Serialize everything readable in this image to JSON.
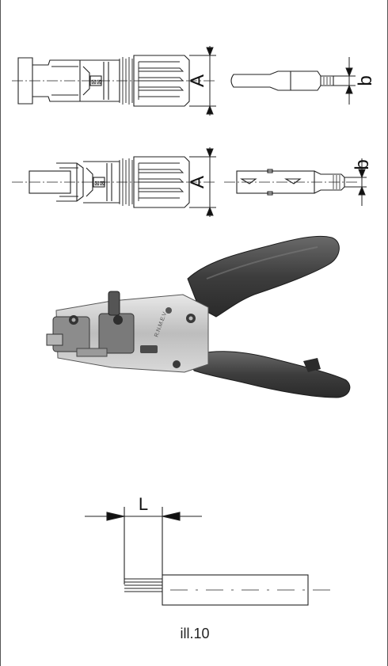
{
  "figure": {
    "caption": "ill.10",
    "labels": {
      "dimension_a": "A",
      "dimension_b": "b",
      "dimension_l": "L"
    }
  },
  "colors": {
    "line": "#222222",
    "handle": "#3f3f3f",
    "metal": "#c9c9c9",
    "metal_dark": "#6a6a6a"
  }
}
